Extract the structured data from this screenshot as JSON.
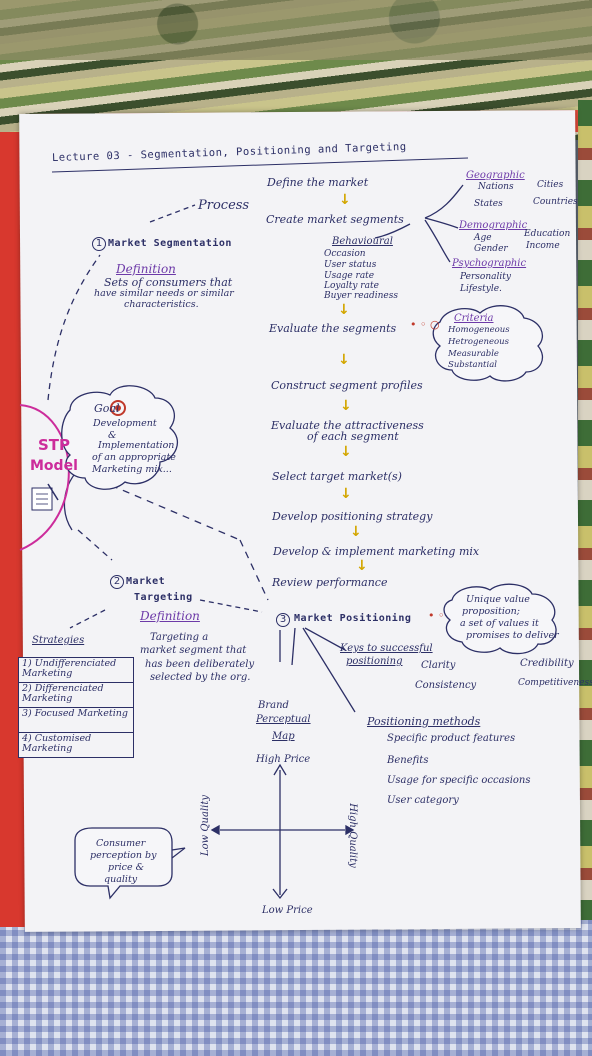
{
  "title": "Lecture 03 - Segmentation, Positioning and Targeting",
  "stp": {
    "label_1": "STP",
    "label_2": "Model"
  },
  "market_segmentation": {
    "heading": "Market Segmentation",
    "number": "1",
    "process": "Process",
    "definition_label": "Definition",
    "definition": [
      "Sets of consumers that",
      "have similar needs or similar",
      "characteristics."
    ]
  },
  "goal": {
    "label": "Goal",
    "text": [
      "Development",
      "&",
      "Implementation",
      "of an appropriate",
      "Marketing mix..."
    ]
  },
  "process_steps": [
    "Define the market",
    "Create market segments",
    "Evaluate the segments",
    "Construct segment profiles",
    "Evaluate the attractiveness",
    "of each segment",
    "Select target market(s)",
    "Develop positioning strategy",
    "Develop & implement marketing mix",
    "Review performance"
  ],
  "behavioural": {
    "heading": "Behavioural",
    "items": [
      "Occasion",
      "User status",
      "Usage rate",
      "Loyalty rate",
      "Buyer readiness"
    ]
  },
  "geographic": {
    "heading": "Geographic",
    "items": [
      "Nations",
      "Cities",
      "States",
      "Countries"
    ]
  },
  "demographic": {
    "heading": "Demographic",
    "items": [
      "Age",
      "Education",
      "Gender",
      "Income"
    ]
  },
  "psychographic": {
    "heading": "Psychographic",
    "items": [
      "Personality",
      "Lifestyle."
    ]
  },
  "criteria": {
    "heading": "Criteria",
    "items": [
      "Homogeneous",
      "Hetrogeneous",
      "Measurable",
      "Substantial"
    ]
  },
  "market_targeting": {
    "heading_1": "Market",
    "heading_2": "Targeting",
    "number": "2",
    "definition_label": "Definition",
    "definition": [
      "Targeting a",
      "market segment that",
      "has been deliberately",
      "selected by the org."
    ]
  },
  "strategies": {
    "heading": "Strategies",
    "items": [
      "1) Undifferenciated Marketing",
      "2) Differenciated Marketing",
      "3) Focused Marketing",
      "4) Customised Marketing"
    ]
  },
  "market_positioning": {
    "heading": "Market Positioning",
    "number": "3",
    "uvp": [
      "Unique value",
      "proposition;",
      "a set of values it",
      "promises to deliver"
    ]
  },
  "keys": {
    "heading_1": "Keys to successful",
    "heading_2": "positioning",
    "items": [
      "Clarity",
      "Credibility",
      "Consistency",
      "Competitiveness"
    ]
  },
  "perceptual_map": {
    "heading": [
      "Brand",
      "Perceptual",
      "Map"
    ],
    "top": "High Price",
    "bottom": "Low Price",
    "left": "Low Quality",
    "right": "High Quality"
  },
  "positioning_methods": {
    "heading": "Positioning methods",
    "items": [
      "Specific product features",
      "Benefits",
      "Usage for specific occasions",
      "User category"
    ]
  },
  "consumer_note": [
    "Consumer",
    "perception by",
    "price &",
    "quality"
  ]
}
